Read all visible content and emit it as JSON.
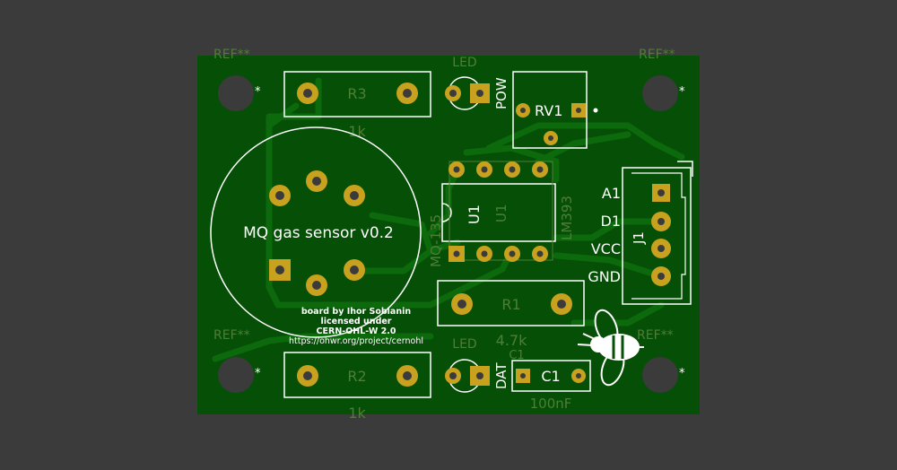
{
  "board": {
    "title": "MQ gas sensor v0.2",
    "credits": [
      "board by Ihor Soblanin",
      "licensed under",
      "CERN-OHL-W 2.0",
      "https://ohwr.org/project/cernohl"
    ]
  },
  "components": {
    "r3": {
      "ref": "R3",
      "value": "1k"
    },
    "r2": {
      "ref": "R2",
      "value": "1k"
    },
    "r1": {
      "ref": "R1",
      "value": "4.7k"
    },
    "led_power": {
      "label": "POW",
      "fab": "LED"
    },
    "led_data": {
      "label": "DAT",
      "fab": "LED"
    },
    "rv1": {
      "ref": "RV1"
    },
    "u1": {
      "ref": "U1",
      "value": "LM393"
    },
    "mq": {
      "fab_value": "MQ-135"
    },
    "c1": {
      "ref": "C1",
      "value": "100nF"
    },
    "j1": {
      "ref": "J1",
      "pins": [
        "A1",
        "D1",
        "VCC",
        "GND"
      ]
    },
    "mounting_hole": {
      "ref": "REF**"
    }
  },
  "colors": {
    "background": "#3b3b3b",
    "board": "#064f06",
    "trace": "#0c6a0c",
    "pad": "#c8a21e",
    "silkscreen": "#ffffff",
    "fab": "#4f7e36"
  }
}
